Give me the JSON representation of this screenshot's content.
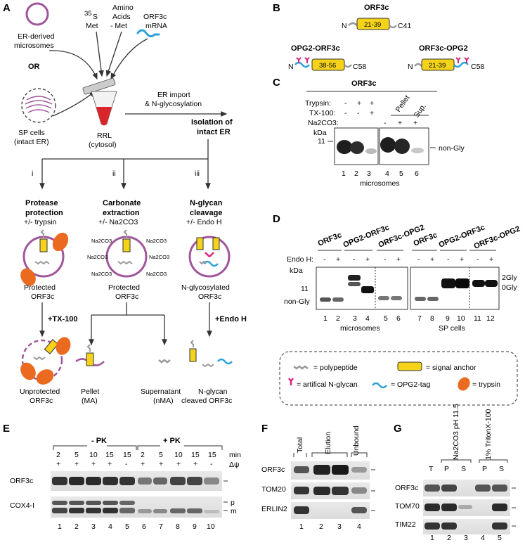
{
  "panels": {
    "A": "A",
    "B": "B",
    "C": "C",
    "D": "D",
    "E": "E",
    "F": "F",
    "G": "G"
  },
  "panelA": {
    "microsomes_label": [
      "ER-derived",
      "microsomes"
    ],
    "met_label": [
      "35",
      "S",
      "Met"
    ],
    "amino_label": [
      "Amino",
      "Acids",
      "- Met"
    ],
    "mrna_label": [
      "ORF3c",
      "mRNA"
    ],
    "or": "OR",
    "sp_label": [
      "SP cells",
      "(intact ER)"
    ],
    "rrl_label": [
      "RRL",
      "(cytosol)"
    ],
    "import_label": [
      "ER import",
      "& N-glycosylation"
    ],
    "isolation_label": [
      "Isolation of",
      "intact ER"
    ],
    "branches": [
      {
        "num": "i",
        "title": [
          "Protease",
          "protection"
        ],
        "sub": "+/- trypsin",
        "mid": [
          "Protected",
          "ORF3c"
        ],
        "step": "+TX-100",
        "end": [
          "Unprotected",
          "ORF3c"
        ]
      },
      {
        "num": "ii",
        "title": [
          "Carbonate",
          "extraction"
        ],
        "sub": "+/- Na2CO3",
        "mid": [
          "Protected",
          "ORF3c"
        ],
        "end_left": [
          "Pellet",
          "(MA)"
        ],
        "end_right": [
          "Supernatant",
          "(nMA)"
        ]
      },
      {
        "num": "iii",
        "title": [
          "N-glycan",
          "cleavage"
        ],
        "sub": "+/- Endo H",
        "mid": [
          "N-glycosylated",
          "ORF3c"
        ],
        "step": "+Endo H",
        "end": [
          "N-glycan",
          "cleaved ORF3c"
        ]
      }
    ],
    "na2co3": "Na2CO3"
  },
  "panelB": {
    "orf3c": {
      "title": "ORF3c",
      "box": "21-39",
      "n": "N",
      "c": "C41"
    },
    "opg2_orf3c": {
      "title": "OPG2-ORF3c",
      "box": "38-56",
      "n": "N",
      "c": "C58"
    },
    "orf3c_opg2": {
      "title": "ORF3c-OPG2",
      "box": "21-39",
      "n": "N",
      "c": "C58"
    }
  },
  "panelC": {
    "title": "ORF3c",
    "rows": [
      {
        "label": "Trypsin:",
        "vals": [
          "-",
          "+",
          "+"
        ]
      },
      {
        "label": "TX-100:",
        "vals": [
          "-",
          "-",
          "+"
        ]
      },
      {
        "label": "Na2CO3:",
        "vals": [
          "-",
          "+",
          "+"
        ]
      }
    ],
    "pellet": "Pellet",
    "sup": "Sup.",
    "kda": "kDa",
    "mw": "11",
    "band_label": "non-Gly",
    "lanes": [
      "1",
      "2",
      "3",
      "4",
      "5",
      "6"
    ],
    "footer": "microsomes"
  },
  "panelD": {
    "groups": [
      "ORF3c",
      "OPG2-ORF3c",
      "ORF3c-OPG2",
      "ORF3c",
      "OPG2-ORF3c",
      "ORF3c-OPG2"
    ],
    "endo_label": "Endo H:",
    "endo_vals": [
      "-",
      "+",
      "-",
      "+",
      "-",
      "+",
      "-",
      "+",
      "-",
      "+",
      "-",
      "+"
    ],
    "kda": "kDa",
    "mw": "11",
    "left_label": "non-Gly",
    "right_labels": [
      "2Gly",
      "0Gly"
    ],
    "lanes": [
      "1",
      "2",
      "3",
      "4",
      "5",
      "6",
      "7",
      "8",
      "9",
      "10",
      "11",
      "12"
    ],
    "footers": [
      "microsomes",
      "SP cells"
    ]
  },
  "legend": {
    "polypeptide": "= polypeptide",
    "anchor": "= signal anchor",
    "glycan": "= artifical N-glycan",
    "tag": "= OPG2-tag",
    "trypsin": "= trypsin"
  },
  "panelE": {
    "minus_pk": "- PK",
    "plus_pk": "+ PK",
    "min_vals": [
      "2",
      "5",
      "10",
      "15",
      "15",
      "2",
      "5",
      "10",
      "15",
      "15"
    ],
    "min_label": "min",
    "dpsi_vals": [
      "+",
      "+",
      "+",
      "+",
      "-",
      "+",
      "+",
      "+",
      "+",
      "-"
    ],
    "dpsi_label": "Δψ",
    "rows": [
      "ORF3c",
      "COX4-I"
    ],
    "pm": [
      "p",
      "m"
    ],
    "lanes": [
      "1",
      "2",
      "3",
      "4",
      "5",
      "6",
      "7",
      "8",
      "9",
      "10"
    ]
  },
  "panelF": {
    "cols": [
      "Total",
      "Elution",
      "Unbound"
    ],
    "rows": [
      "ORF3c",
      "TOM20",
      "ERLIN2"
    ],
    "lanes": [
      "1",
      "2",
      "3",
      "4"
    ]
  },
  "panelG": {
    "top": [
      "Na2CO3 pH 11.5",
      "1% TritonX-100"
    ],
    "cols": [
      "T",
      "P",
      "S",
      "P",
      "S"
    ],
    "rows": [
      "ORF3c",
      "TOM70",
      "TIM22"
    ],
    "lanes": [
      "1",
      "2",
      "3",
      "4",
      "5"
    ]
  }
}
